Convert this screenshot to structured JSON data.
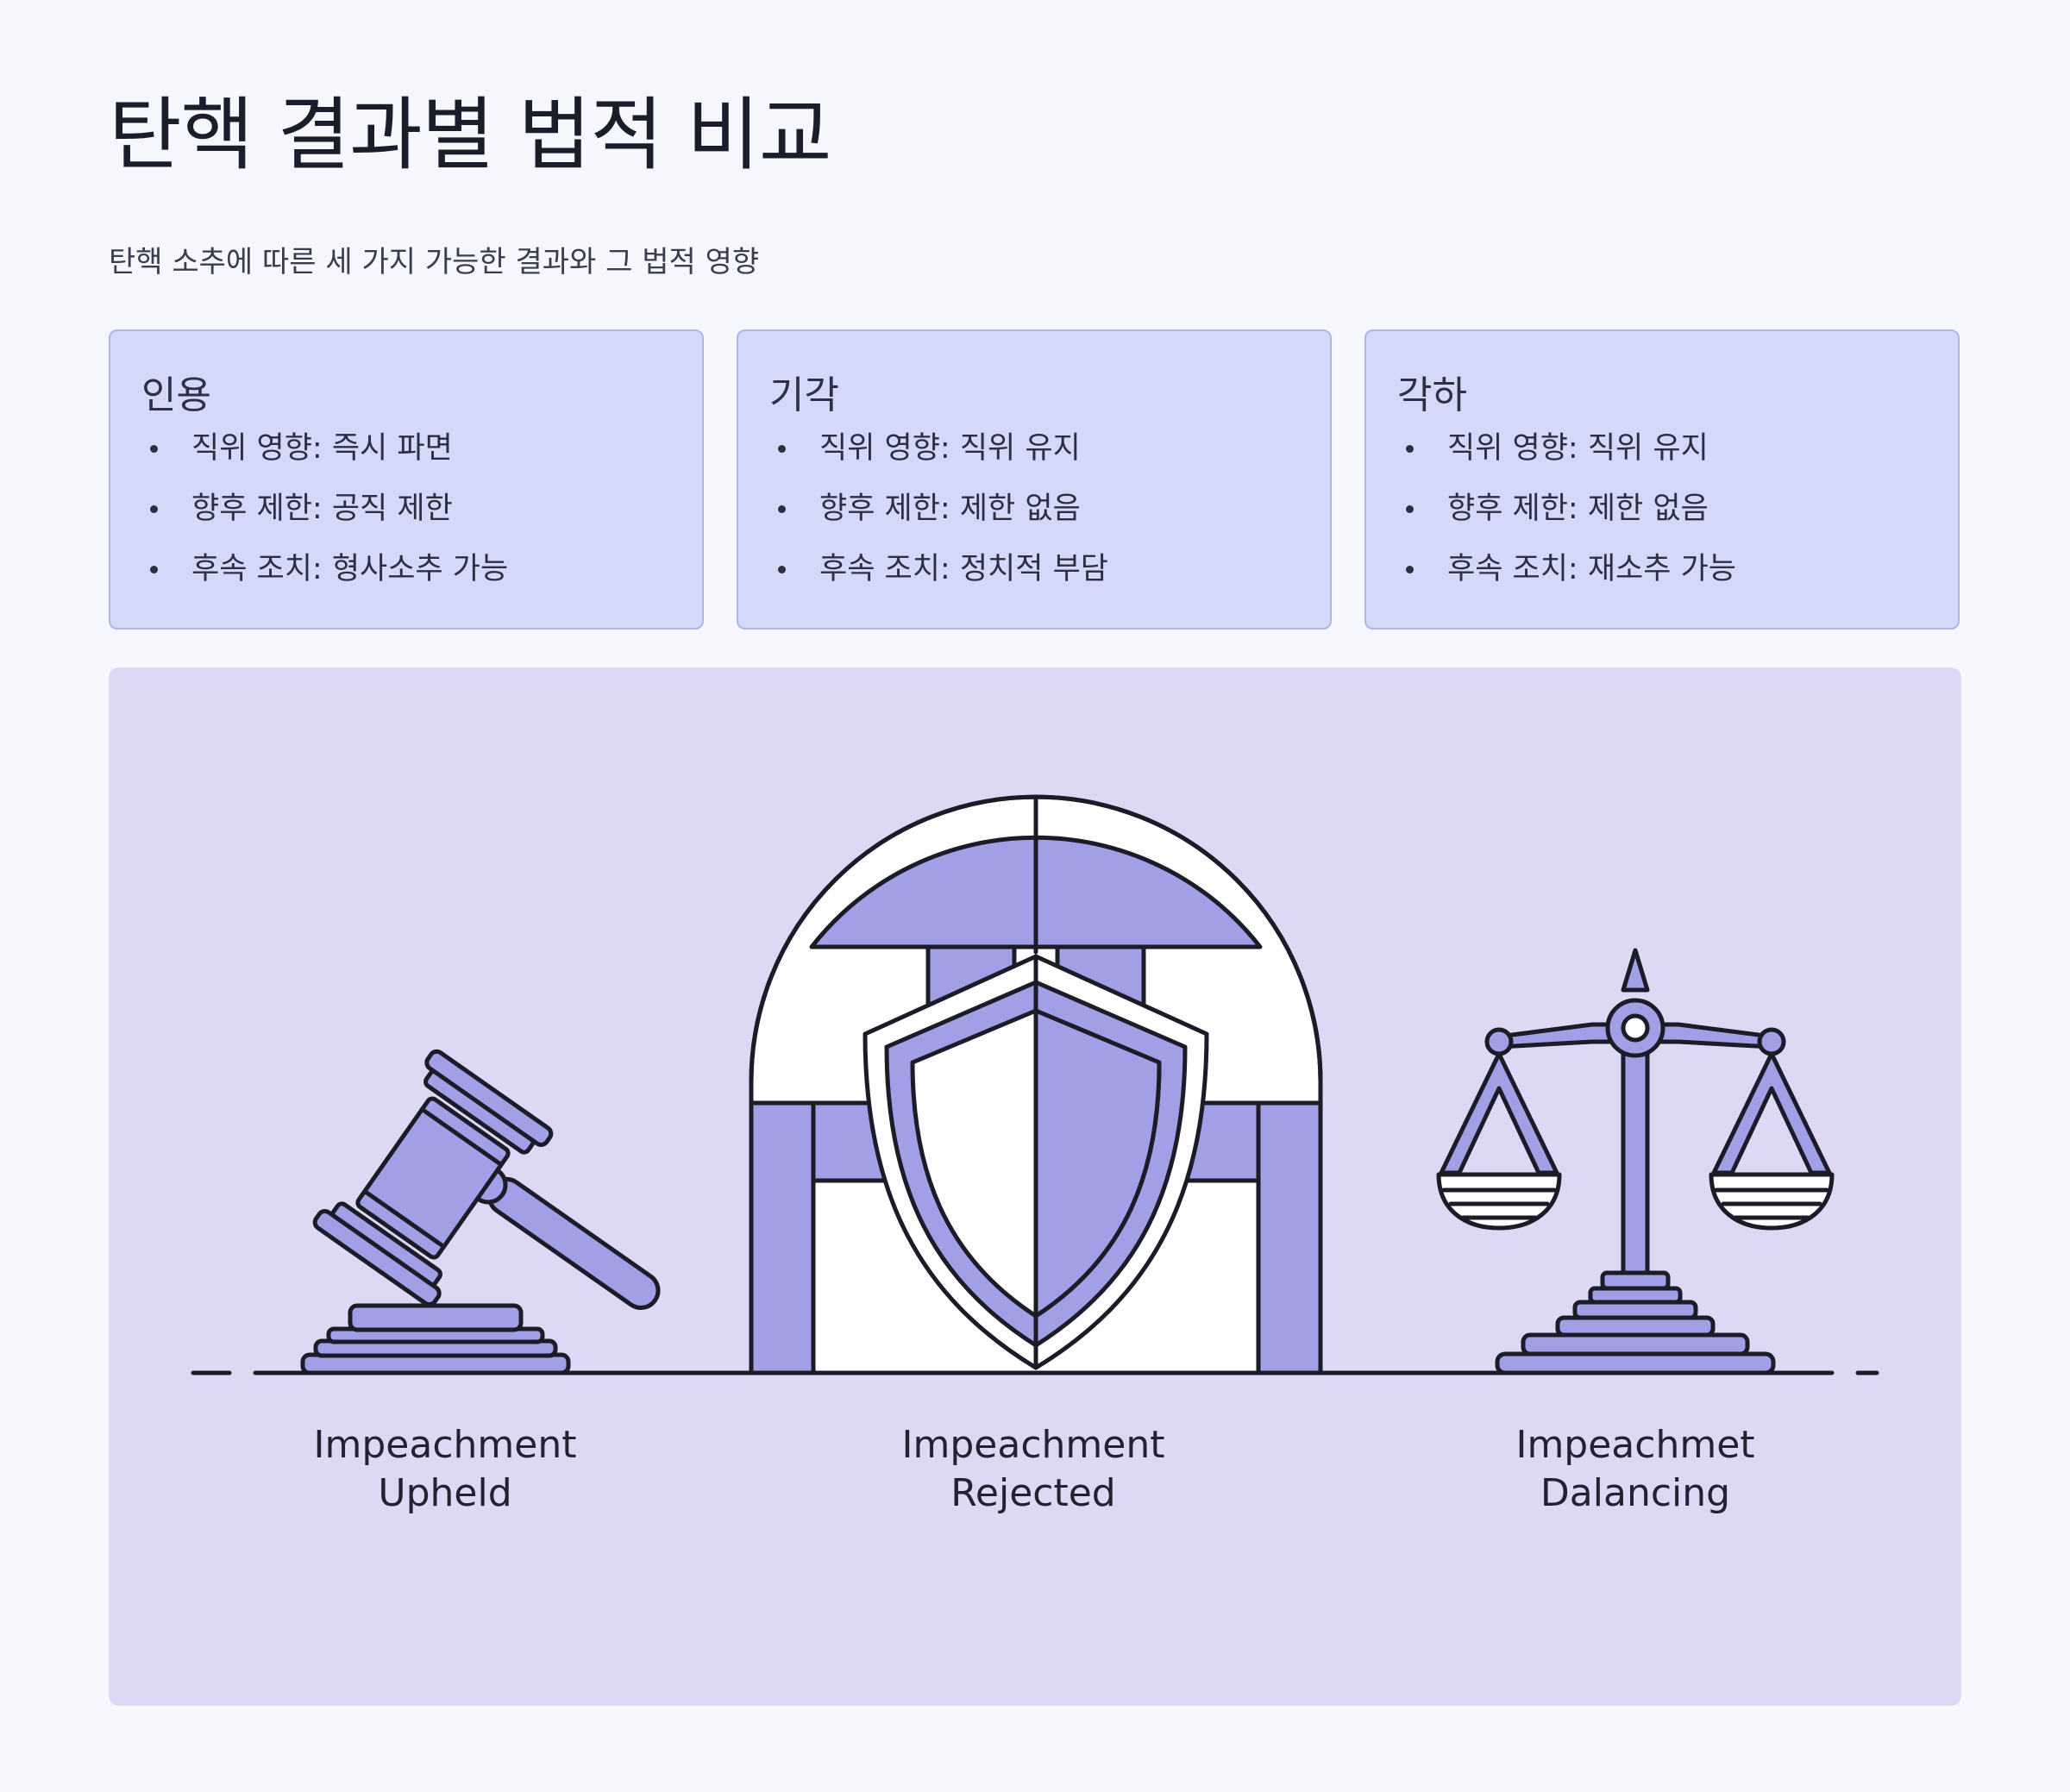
{
  "header": {
    "title": "탄핵 결과별 법적 비교",
    "subtitle": "탄핵 소추에 따른 세 가지 가능한 결과와 그 법적 영향"
  },
  "cards": [
    {
      "title": "인용",
      "items": [
        "직위 영향: 즉시 파면",
        "향후 제한: 공직 제한",
        "후속 조치: 형사소추 가능"
      ]
    },
    {
      "title": "기각",
      "items": [
        "직위 영향: 직위 유지",
        "향후 제한: 제한 없음",
        "후속 조치: 정치적 부담"
      ]
    },
    {
      "title": "각하",
      "items": [
        "직위 영향: 직위 유지",
        "향후 제한: 제한 없음",
        "후속 조치: 재소추 가능"
      ]
    }
  ],
  "illustration": {
    "labels": [
      {
        "line1": "Impeachment",
        "line2": "Upheld",
        "icon": "gavel-icon"
      },
      {
        "line1": "Impeachment",
        "line2": "Rejected",
        "icon": "shield-icon"
      },
      {
        "line1": "Impeachmet",
        "line2": "Dalancing",
        "icon": "scales-icon"
      }
    ]
  },
  "colors": {
    "card_bg": "#d3d9f8",
    "panel_bg": "#ddd9f5",
    "accent": "#a19fe6",
    "outline": "#1c1c28"
  }
}
